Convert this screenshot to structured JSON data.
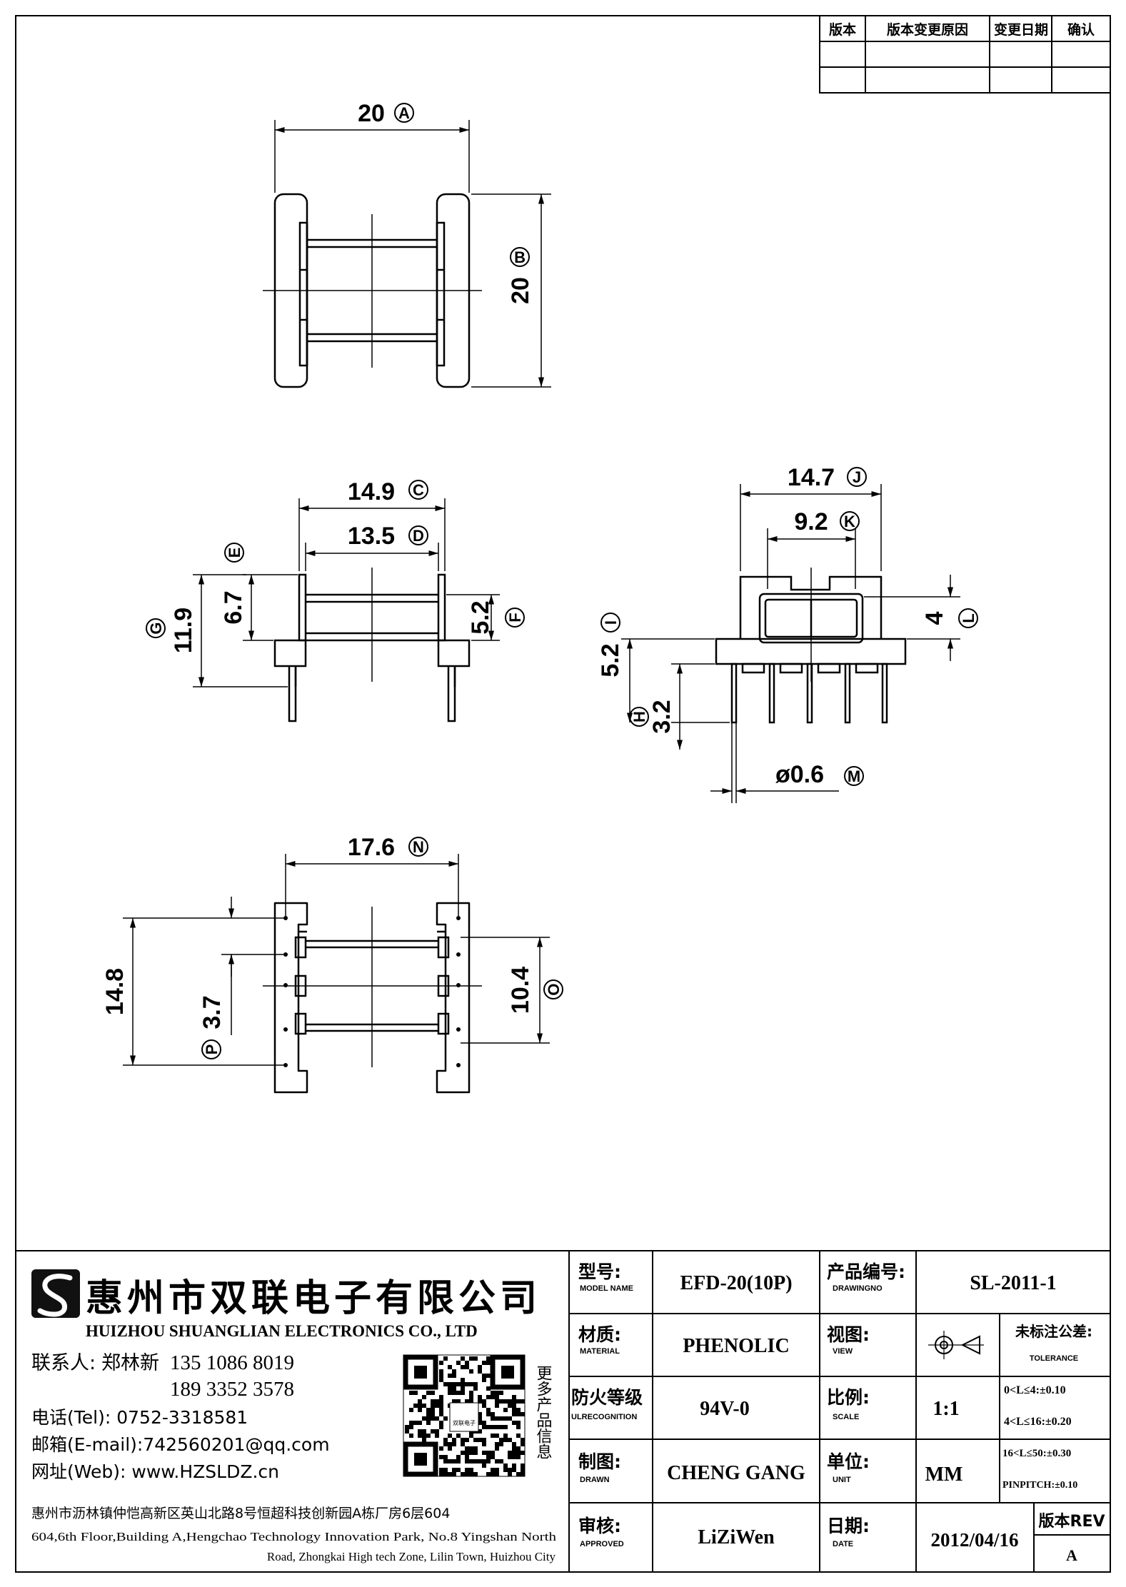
{
  "revision_table": {
    "headers": [
      "版本",
      "版本变更原因",
      "变更日期",
      "确认"
    ]
  },
  "dimensions": {
    "A": {
      "value": "20",
      "mark": "A"
    },
    "B": {
      "value": "20",
      "mark": "B"
    },
    "C": {
      "value": "14.9",
      "mark": "C"
    },
    "D": {
      "value": "13.5",
      "mark": "D"
    },
    "E": {
      "value": "6.7",
      "mark": "E"
    },
    "F": {
      "value": "5.2",
      "mark": "F"
    },
    "G": {
      "value": "11.9",
      "mark": "G"
    },
    "H": {
      "value": "3.2",
      "mark": "H"
    },
    "I": {
      "value": "5.2",
      "mark": "I"
    },
    "J": {
      "value": "14.7",
      "mark": "J"
    },
    "K": {
      "value": "9.2",
      "mark": "K"
    },
    "L": {
      "value": "4",
      "mark": "L"
    },
    "M": {
      "value": "ø0.6",
      "mark": "M"
    },
    "N": {
      "value": "17.6",
      "mark": "N"
    },
    "O": {
      "value": "10.4",
      "mark": "O"
    },
    "P": {
      "value": "3.7",
      "mark": "P"
    },
    "Q": {
      "value": "14.8"
    }
  },
  "company": {
    "logo_text": "SL",
    "name_cn": "惠州市双联电子有限公司",
    "name_en": "HUIZHOU SHUANGLIAN ELECTRONICS CO., LTD",
    "contact_label": "联系人:",
    "contact_name": "郑林新",
    "phone1": "135 1086 8019",
    "phone2": "189 3352 3578",
    "tel": "电话(Tel): 0752-3318581",
    "email": "邮箱(E-mail):742560201@qq.com",
    "web": "网址(Web): www.HZSLDZ.cn",
    "more_products": "更多产品信息",
    "qr_center": "双联电子",
    "address_cn": "惠州市沥林镇仲恺高新区英山北路8号恒超科技创新园A栋厂房6层604",
    "address_en_1": "604,6th Floor,Building A,Hengchao Technology Innovation Park, No.8 Yingshan North",
    "address_en_2": "Road, Zhongkai High tech Zone, Lilin Town, Huizhou City"
  },
  "title_block": {
    "model_label": "型号:",
    "model_sub": "MODEL NAME",
    "model": "EFD-20(10P)",
    "drawing_label": "产品编号:",
    "drawing_sub": "DRAWINGNO",
    "drawing_no": "SL-2011-1",
    "material_label": "材质:",
    "material_sub": "MATERIAL",
    "material": "PHENOLIC",
    "view_label": "视图:",
    "view_sub": "VIEW",
    "tolerance_label": "未标注公差:",
    "tolerance_sub": "TOLERANCE",
    "tolerance_rows": [
      "0<L≤4:±0.10",
      "4<L≤16:±0.20",
      "16<L≤50:±0.30",
      "PINPITCH:±0.10"
    ],
    "fire_label": "防火等级",
    "fire_sub": "ULRECOGNITION",
    "fire": "94V-0",
    "scale_label": "比例:",
    "scale_sub": "SCALE",
    "scale": "1:1",
    "drawn_label": "制图:",
    "drawn_sub": "DRAWN",
    "drawn": "CHENG GANG",
    "unit_label": "单位:",
    "unit_sub": "UNIT",
    "unit": "MM",
    "approved_label": "审核:",
    "approved_sub": "APPROVED",
    "approved": "LiZiWen",
    "date_label": "日期:",
    "date_sub": "DATE",
    "date": "2012/04/16",
    "rev_label": "版本REV",
    "rev": "A"
  }
}
